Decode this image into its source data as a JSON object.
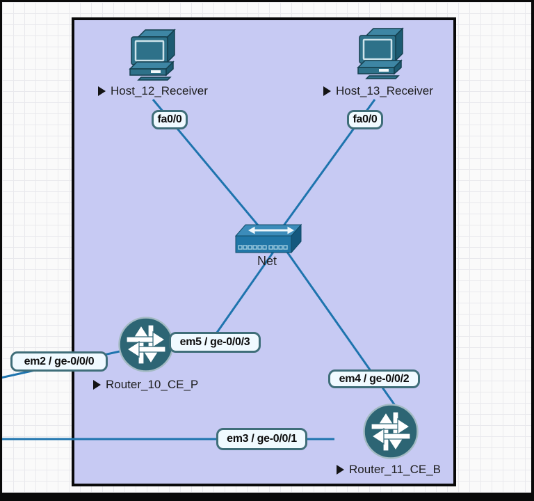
{
  "colors": {
    "canvas_background": "#fafafa",
    "grid_line": "#e9e9ed",
    "region_fill": "#c7caf3",
    "region_border": "#0a0a0a",
    "link": "#1e74ae",
    "pill_background": "#f0faff",
    "pill_border": "#3f6e79",
    "node_teal": "#2d6574"
  },
  "icons": {
    "host": "computer-icon",
    "switch": "ethernet-switch-icon",
    "router": "juniper-router-icon",
    "marker": "play-triangle-icon"
  },
  "nodes": {
    "host12": {
      "label": "Host_12_Receiver"
    },
    "host13": {
      "label": "Host_13_Receiver"
    },
    "net": {
      "label": "Net"
    },
    "router10": {
      "label": "Router_10_CE_P"
    },
    "router11": {
      "label": "Router_11_CE_B"
    }
  },
  "interface_labels": {
    "host12_port": "fa0/0",
    "host13_port": "fa0/0",
    "router10_to_net": "em5 / ge-0/0/3",
    "router10_external": "em2 / ge-0/0/0",
    "router11_to_net": "em4 / ge-0/0/2",
    "router11_external": "em3 / ge-0/0/1"
  }
}
